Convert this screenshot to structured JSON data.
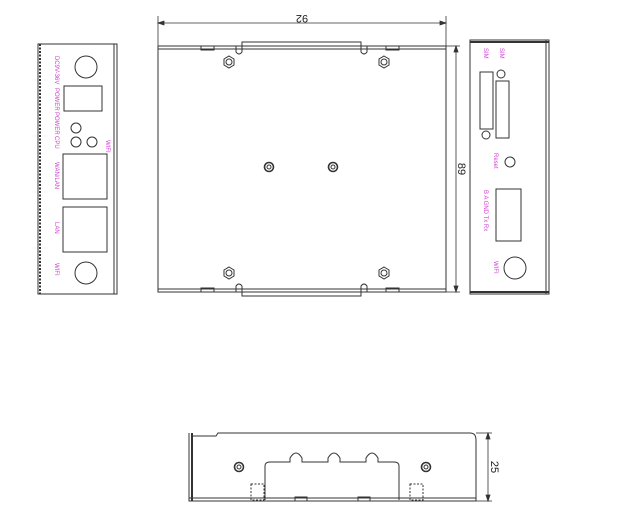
{
  "drawing": {
    "dimensions": {
      "width": "92",
      "depth": "89",
      "height": "25"
    },
    "left_panel": {
      "labels": [
        "DC9V-36V",
        "POWER",
        "POWER",
        "CPU",
        "WIFI",
        "WAN/LAN",
        "LAN",
        "WIFI"
      ]
    },
    "right_panel": {
      "labels": [
        "SIM",
        "SIM",
        "Reset",
        "B A GND Tx Rx",
        "WIFI"
      ]
    },
    "colors": {
      "line": "#333333",
      "label": "#d23cd2",
      "background": "#ffffff"
    }
  }
}
